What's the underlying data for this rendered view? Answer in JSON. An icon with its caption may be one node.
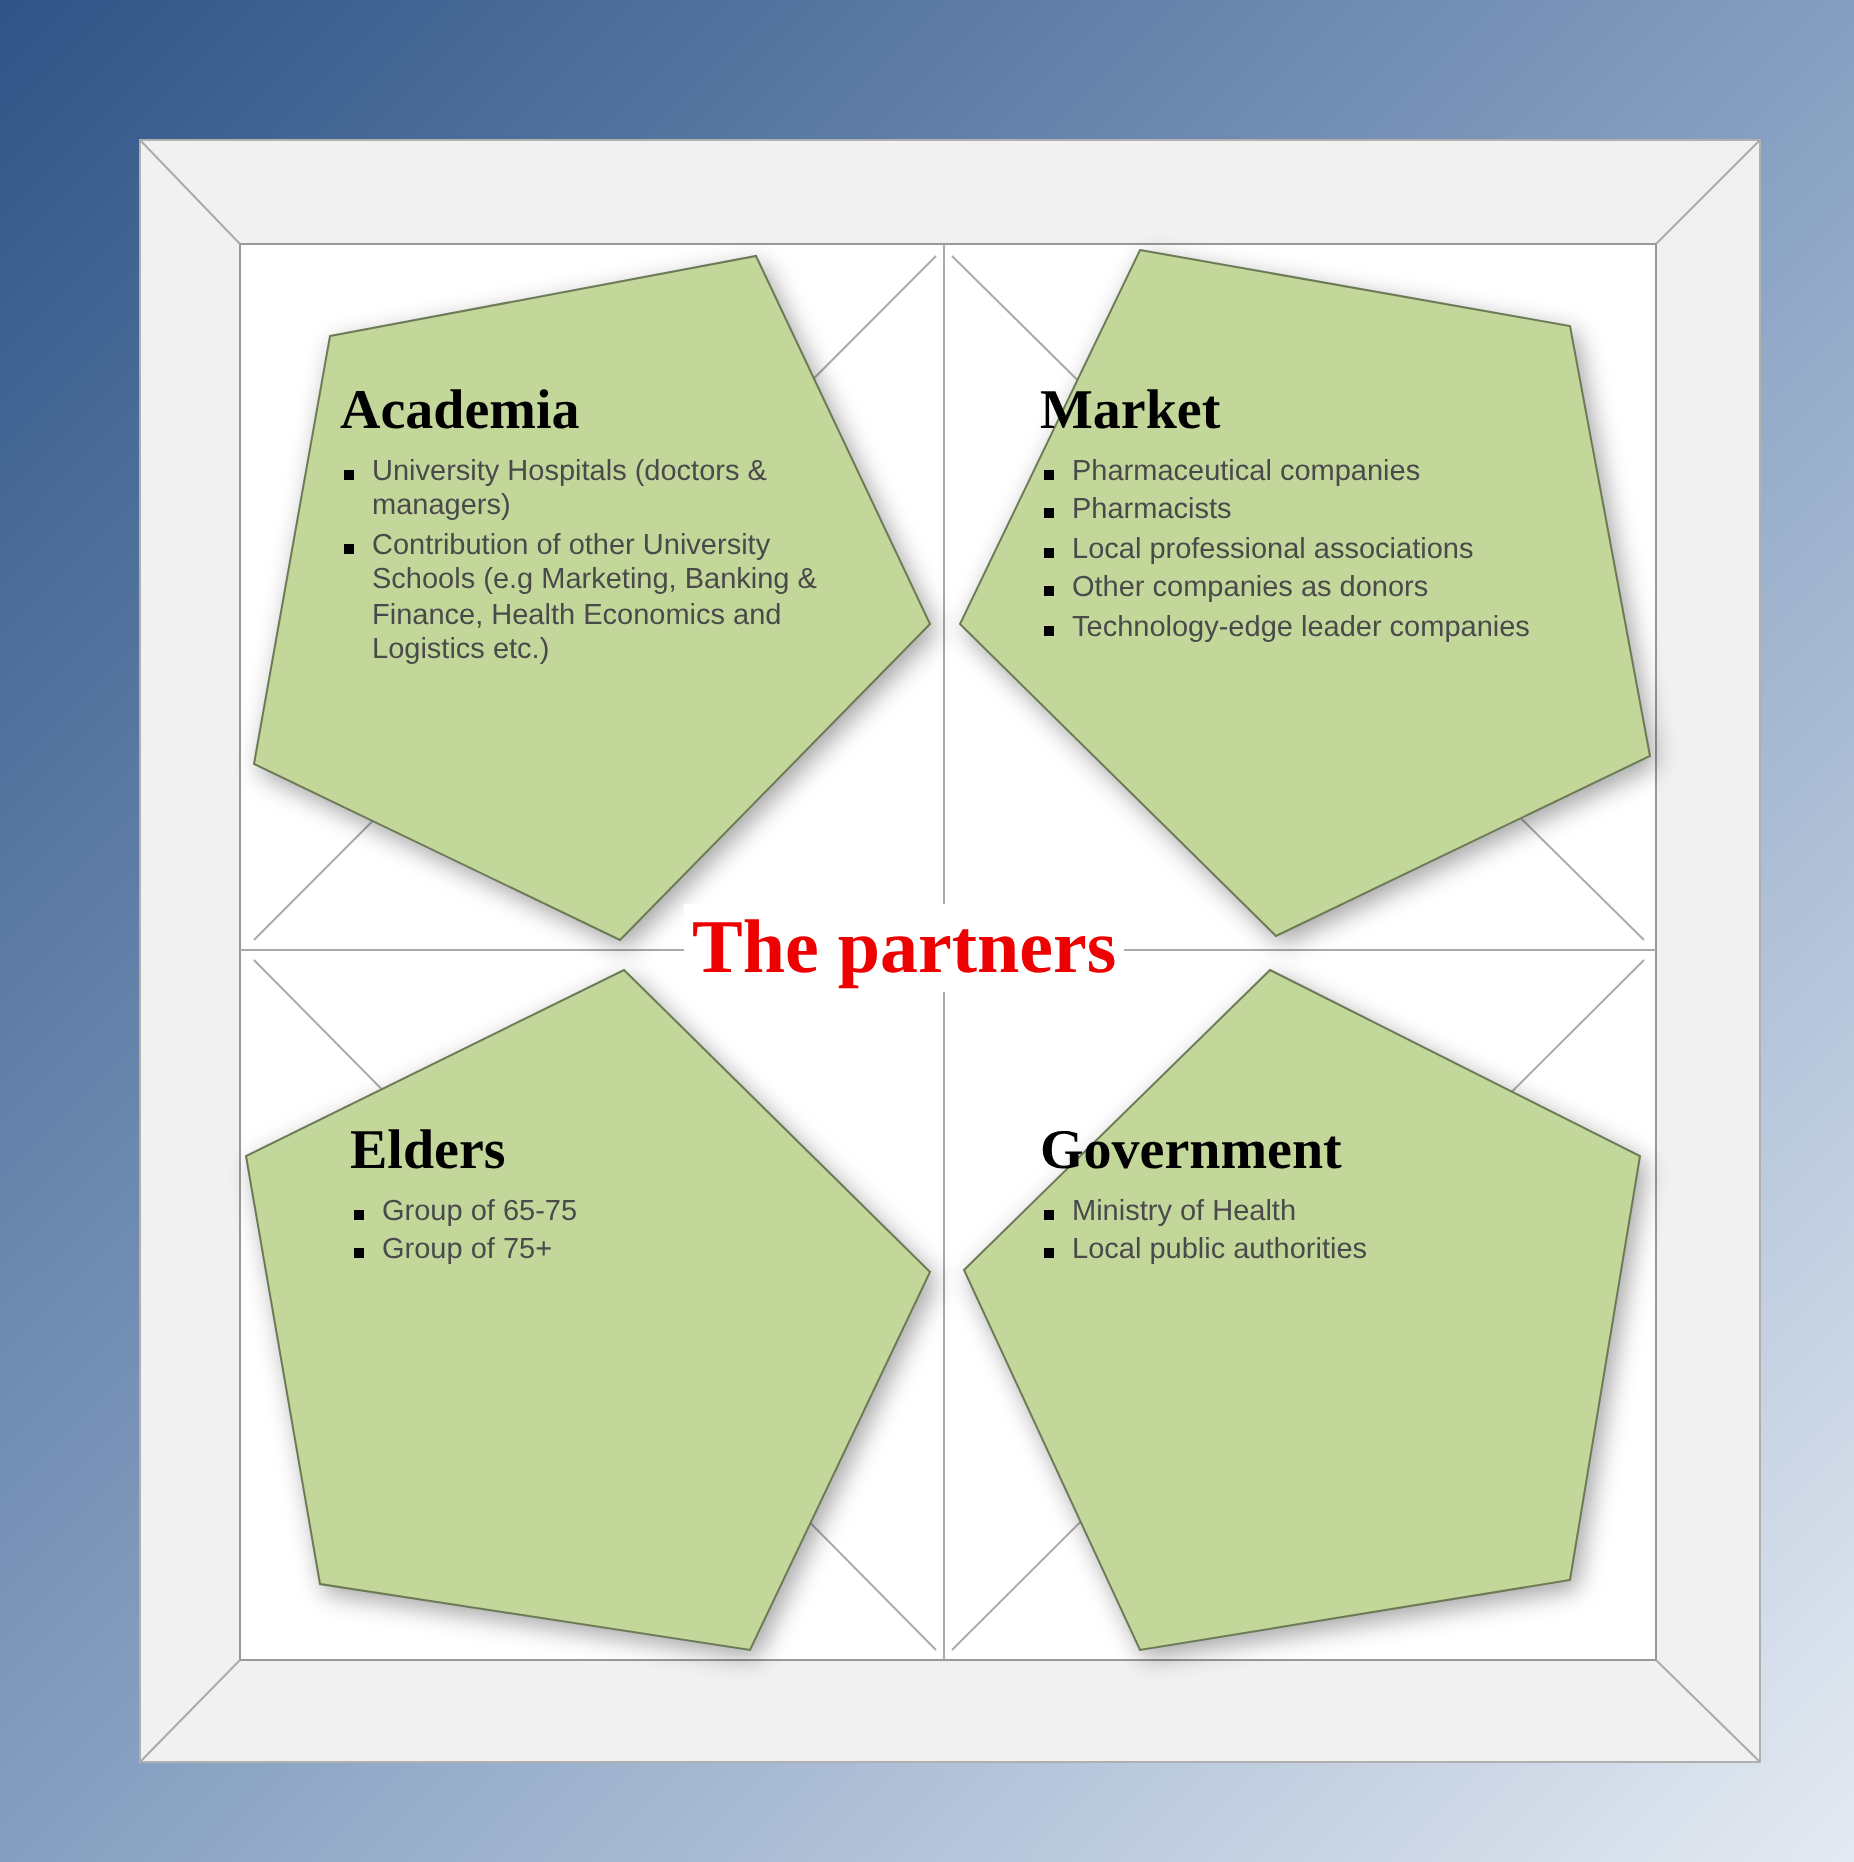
{
  "diagram": {
    "title": "The partners",
    "nodes": [
      {
        "text": [
          "Academia",
          "University Hospitals (doctors & managers)",
          "Contribution of other University Schools (e.g Marketing, Banking & Finance, Health Economics and Logistics etc.)"
        ]
      },
      {
        "text": [
          "Market",
          "Pharmaceutical companies",
          "Pharmacists",
          "Local professional associations",
          "Other companies as donors",
          "Technology-edge leader companies"
        ]
      },
      {
        "text": [
          "Elders",
          "Group of 65-75",
          "Group of 75+"
        ]
      },
      {
        "text": [
          "Government",
          "Ministry of Health",
          "Local public authorities"
        ]
      }
    ],
    "edges": []
  }
}
